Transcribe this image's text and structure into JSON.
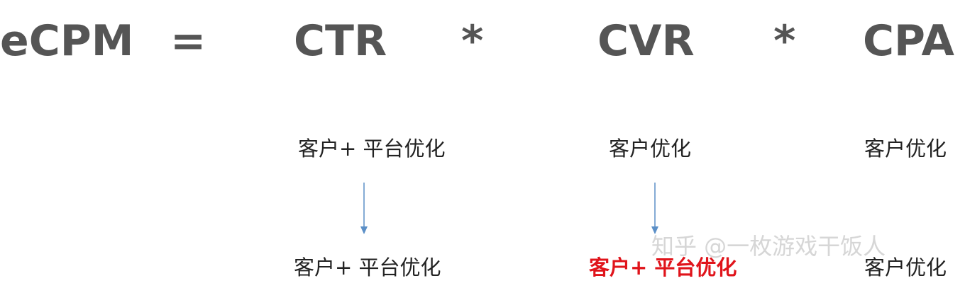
{
  "formula": {
    "lhs": "eCPM",
    "equals": "=",
    "term1": "CTR",
    "times1": "*",
    "term2": "CVR",
    "times2": "*",
    "term3": "CPA",
    "color": "#555555"
  },
  "top_row": {
    "ctr": "客户+  平台优化",
    "cvr": "客户优化",
    "cpa": "客户优化"
  },
  "bottom_row": {
    "ctr": "客户+  平台优化",
    "cvr": "客户+  平台优化",
    "cpa": "客户优化",
    "highlight_color": "#e0141b"
  },
  "arrow_color": "#5b8fc7",
  "watermark": "知乎 @一枚游戏干饭人"
}
